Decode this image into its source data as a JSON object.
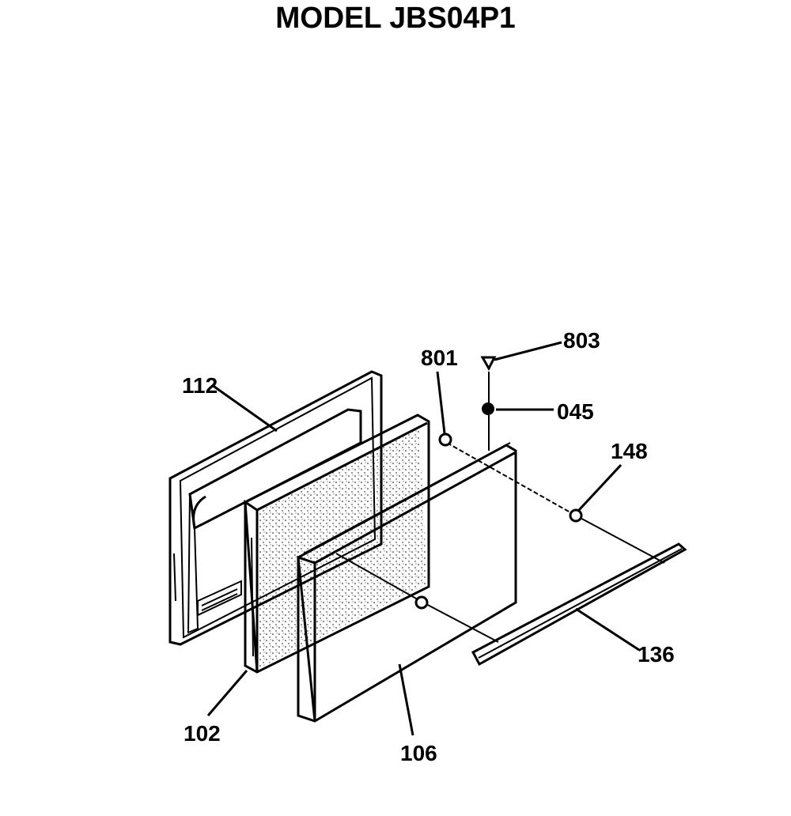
{
  "title": "MODEL JBS04P1",
  "labels": {
    "p112": "112",
    "p801": "801",
    "p803": "803",
    "p045": "045",
    "p148": "148",
    "p136": "136",
    "p102": "102",
    "p106": "106"
  }
}
